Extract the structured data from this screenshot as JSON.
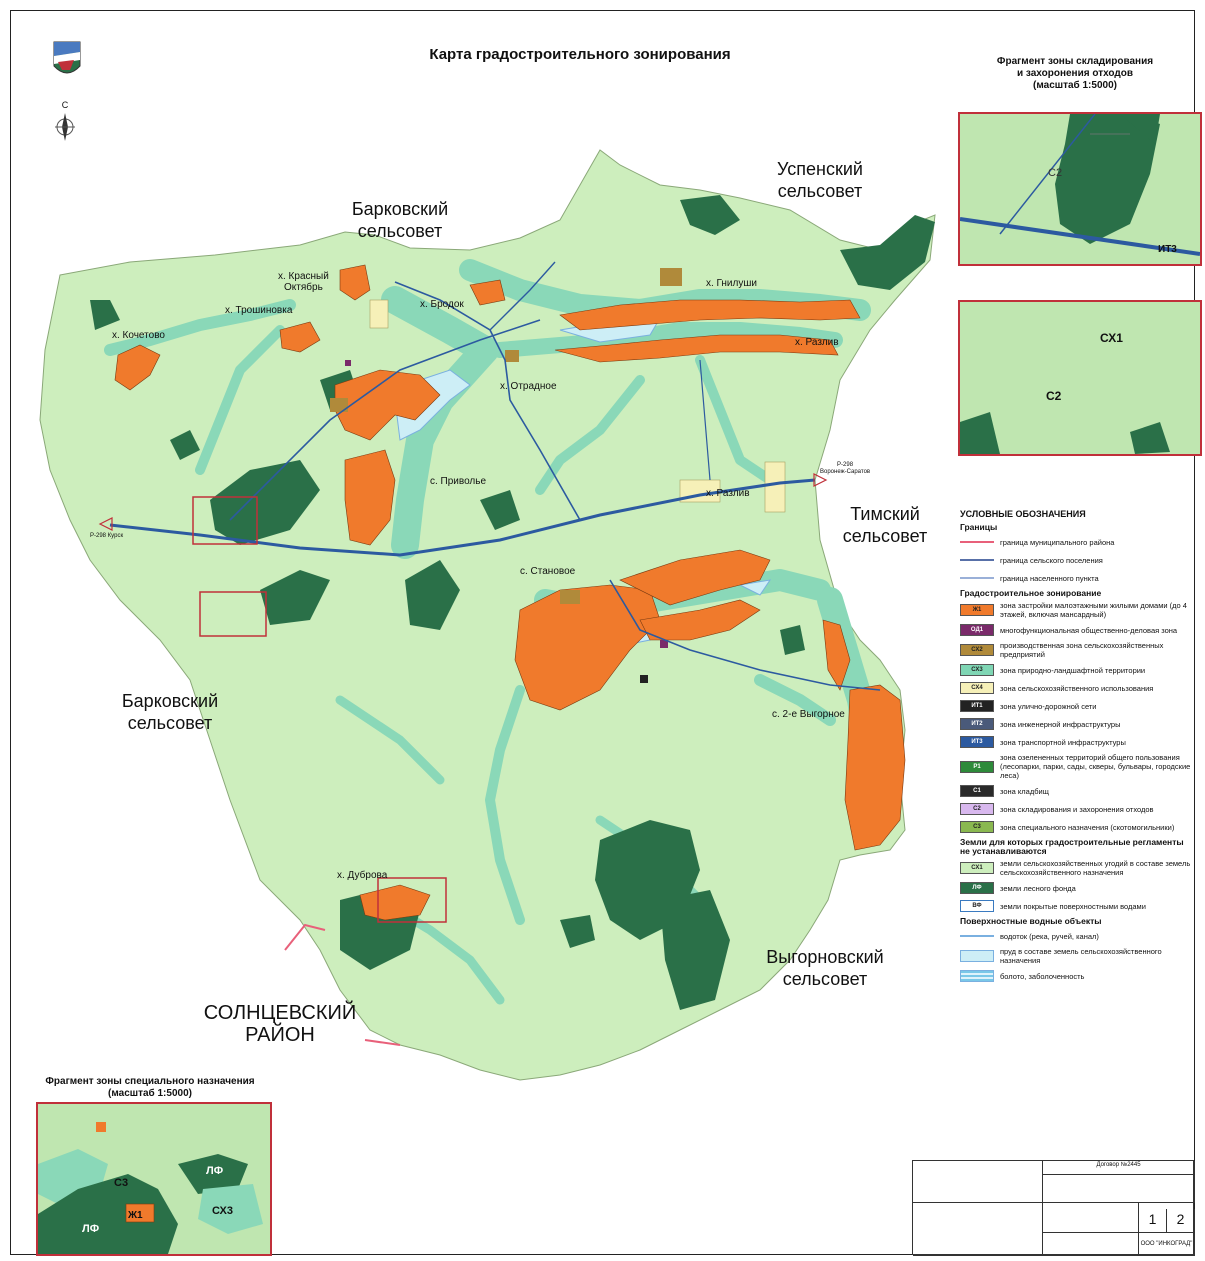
{
  "title": "Карта градостроительного зонирования",
  "north_label": "С",
  "fragments": {
    "storage": {
      "title_line1": "Фрагмент зоны складирования",
      "title_line2": "и захоронения отходов",
      "scale": "(масштаб 1:5000)",
      "labels": [
        "С2",
        "ИТ3"
      ],
      "labels2": [
        "СХ1",
        "С2"
      ]
    },
    "special": {
      "title_line1": "Фрагмент зоны специального назначения",
      "scale": "(масштаб 1:5000)",
      "labels": [
        "С3",
        "ЛФ",
        "СХ3",
        "Ж1",
        "ЛФ"
      ]
    }
  },
  "neighbors": {
    "uspensky_line1": "Успенский",
    "uspensky_line2": "сельсовет",
    "barkovsky_n_line1": "Барковский",
    "barkovsky_n_line2": "сельсовет",
    "timsky_line1": "Тимский",
    "timsky_line2": "сельсовет",
    "barkovsky_w_line1": "Барковский",
    "barkovsky_w_line2": "сельсовет",
    "vygornovsky_line1": "Выгорновский",
    "vygornovsky_line2": "сельсовет",
    "solntsevsky_line1": "СОЛНЦЕВСКИЙ",
    "solntsevsky_line2": "РАЙОН"
  },
  "places": {
    "krasny_oktyabr_line1": "х. Красный",
    "krasny_oktyabr_line2": "Октябрь",
    "troshinovka": "х. Трошиновка",
    "kochetovo": "х. Кочетово",
    "brodok": "х. Бродок",
    "gnilushi": "х. Гнилуши",
    "razliv_ne": "х. Разлив",
    "otradnoe": "х. Отрадное",
    "privolye": "с. Приволье",
    "razliv": "х. Разлив",
    "stanovoe": "с. Становое",
    "vygornoe": "с. 2-е Выгорное",
    "dubrova": "х. Дуброва",
    "road_e_line1": "Р-298",
    "road_e_line2": "Воронеж-Саратов",
    "road_w": "Р-298 Курск"
  },
  "legend": {
    "heading": "УСЛОВНЫЕ ОБОЗНАЧЕНИЯ",
    "borders_heading": "Границы",
    "borders": [
      {
        "text": "граница муниципального района",
        "color": "#e8607a"
      },
      {
        "text": "граница сельского поселения",
        "color": "#5870a8"
      },
      {
        "text": "граница населенного пункта",
        "color": "#9ab0d8"
      }
    ],
    "zoning_heading": "Градостроительное зонирование",
    "zones": [
      {
        "code": "Ж1",
        "text": "зона застройки малоэтажными жилыми домами (до 4 этажей, включая мансардный)",
        "color": "#f07a2c"
      },
      {
        "code": "ОД1",
        "text": "многофункциональная общественно-деловая зона",
        "color": "#7a2a6a"
      },
      {
        "code": "СХ2",
        "text": "производственная зона сельскохозяйственных предприятий",
        "color": "#b08a3a"
      },
      {
        "code": "СХ3",
        "text": "зона природно-ландшафтной территории",
        "color": "#7fd6b4"
      },
      {
        "code": "СХ4",
        "text": "зона сельскохозяйственного использования",
        "color": "#f6f0b8"
      },
      {
        "code": "ИТ1",
        "text": "зона улично-дорожной сети",
        "color": "#222222"
      },
      {
        "code": "ИТ2",
        "text": "зона инженерной инфраструктуры",
        "color": "#4a5a7a"
      },
      {
        "code": "ИТ3",
        "text": "зона транспортной инфраструктуры",
        "color": "#2c5aa0"
      },
      {
        "code": "Р1",
        "text": "зона озелененных территорий общего пользования (лесопарки, парки, сады, скверы, бульвары, городские леса)",
        "color": "#2e8a3a"
      },
      {
        "code": "С1",
        "text": "зона кладбищ",
        "color": "#2a2a2a"
      },
      {
        "code": "С2",
        "text": "зона складирования и захоронения отходов",
        "color": "#d8b8ee"
      },
      {
        "code": "С3",
        "text": "зона специального назначения (скотомогильники)",
        "color": "#8ab850"
      }
    ],
    "lands_heading": "Земли для которых градостроительные регламенты не устанавливаются",
    "lands": [
      {
        "code": "СХ1",
        "text": "земли сельскохозяйственных угодий в составе земель сельскохозяйственного назначения",
        "color": "#cdeebd"
      },
      {
        "code": "ЛФ",
        "text": "земли лесного фонда",
        "color": "#2a7048"
      },
      {
        "code": "ВФ",
        "text": "земли покрытые поверхностными водами",
        "color": "#ffffff"
      }
    ],
    "water_heading": "Поверхностные водные объекты",
    "water": [
      {
        "text": "водоток (река, ручей, канал)",
        "kind": "line",
        "color": "#7ab0e0"
      },
      {
        "text": "пруд в составе земель сельскохозяйственного назначения",
        "kind": "fill",
        "color": "#cdeef6"
      },
      {
        "text": "болото, заболоченность",
        "kind": "hatch",
        "color": "#7ac8e8"
      }
    ]
  },
  "stamp": {
    "sheet": "1",
    "sheets": "2",
    "org": "ООО \"ИНКОГРАД\"",
    "contract": "Договор №2445"
  },
  "colors": {
    "agri": "#cdeebd",
    "landscape": "#8ad8b8",
    "forest": "#2a7048",
    "residential": "#f07a2c",
    "water": "#cdeef6",
    "road": "#2c5aa0",
    "boundary": "#c0303a"
  }
}
